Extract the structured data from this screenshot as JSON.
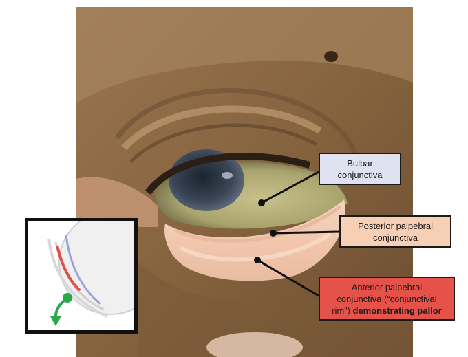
{
  "labels": {
    "bulbar": {
      "line1": "Bulbar",
      "line2": "conjunctiva"
    },
    "posterior": {
      "line1": "Posterior palpebral",
      "line2": "conjunctiva"
    },
    "anterior": {
      "line1": "Anterior palpebral",
      "line2": "conjunctiva (“conjunctival",
      "line3_prefix": "rim”) ",
      "line3_bold": "demonstrating pallor"
    }
  },
  "colors": {
    "bulbar_box": "#dfe3f1",
    "posterior_box": "#f6cfb4",
    "anterior_box": "#e5524a",
    "inset_red_line": "#e05048",
    "inset_green_arrow": "#2aa84a"
  },
  "inset": {
    "icons": [
      "eyeball-diagram-icon",
      "eyelid-pull-arrow-icon"
    ]
  }
}
